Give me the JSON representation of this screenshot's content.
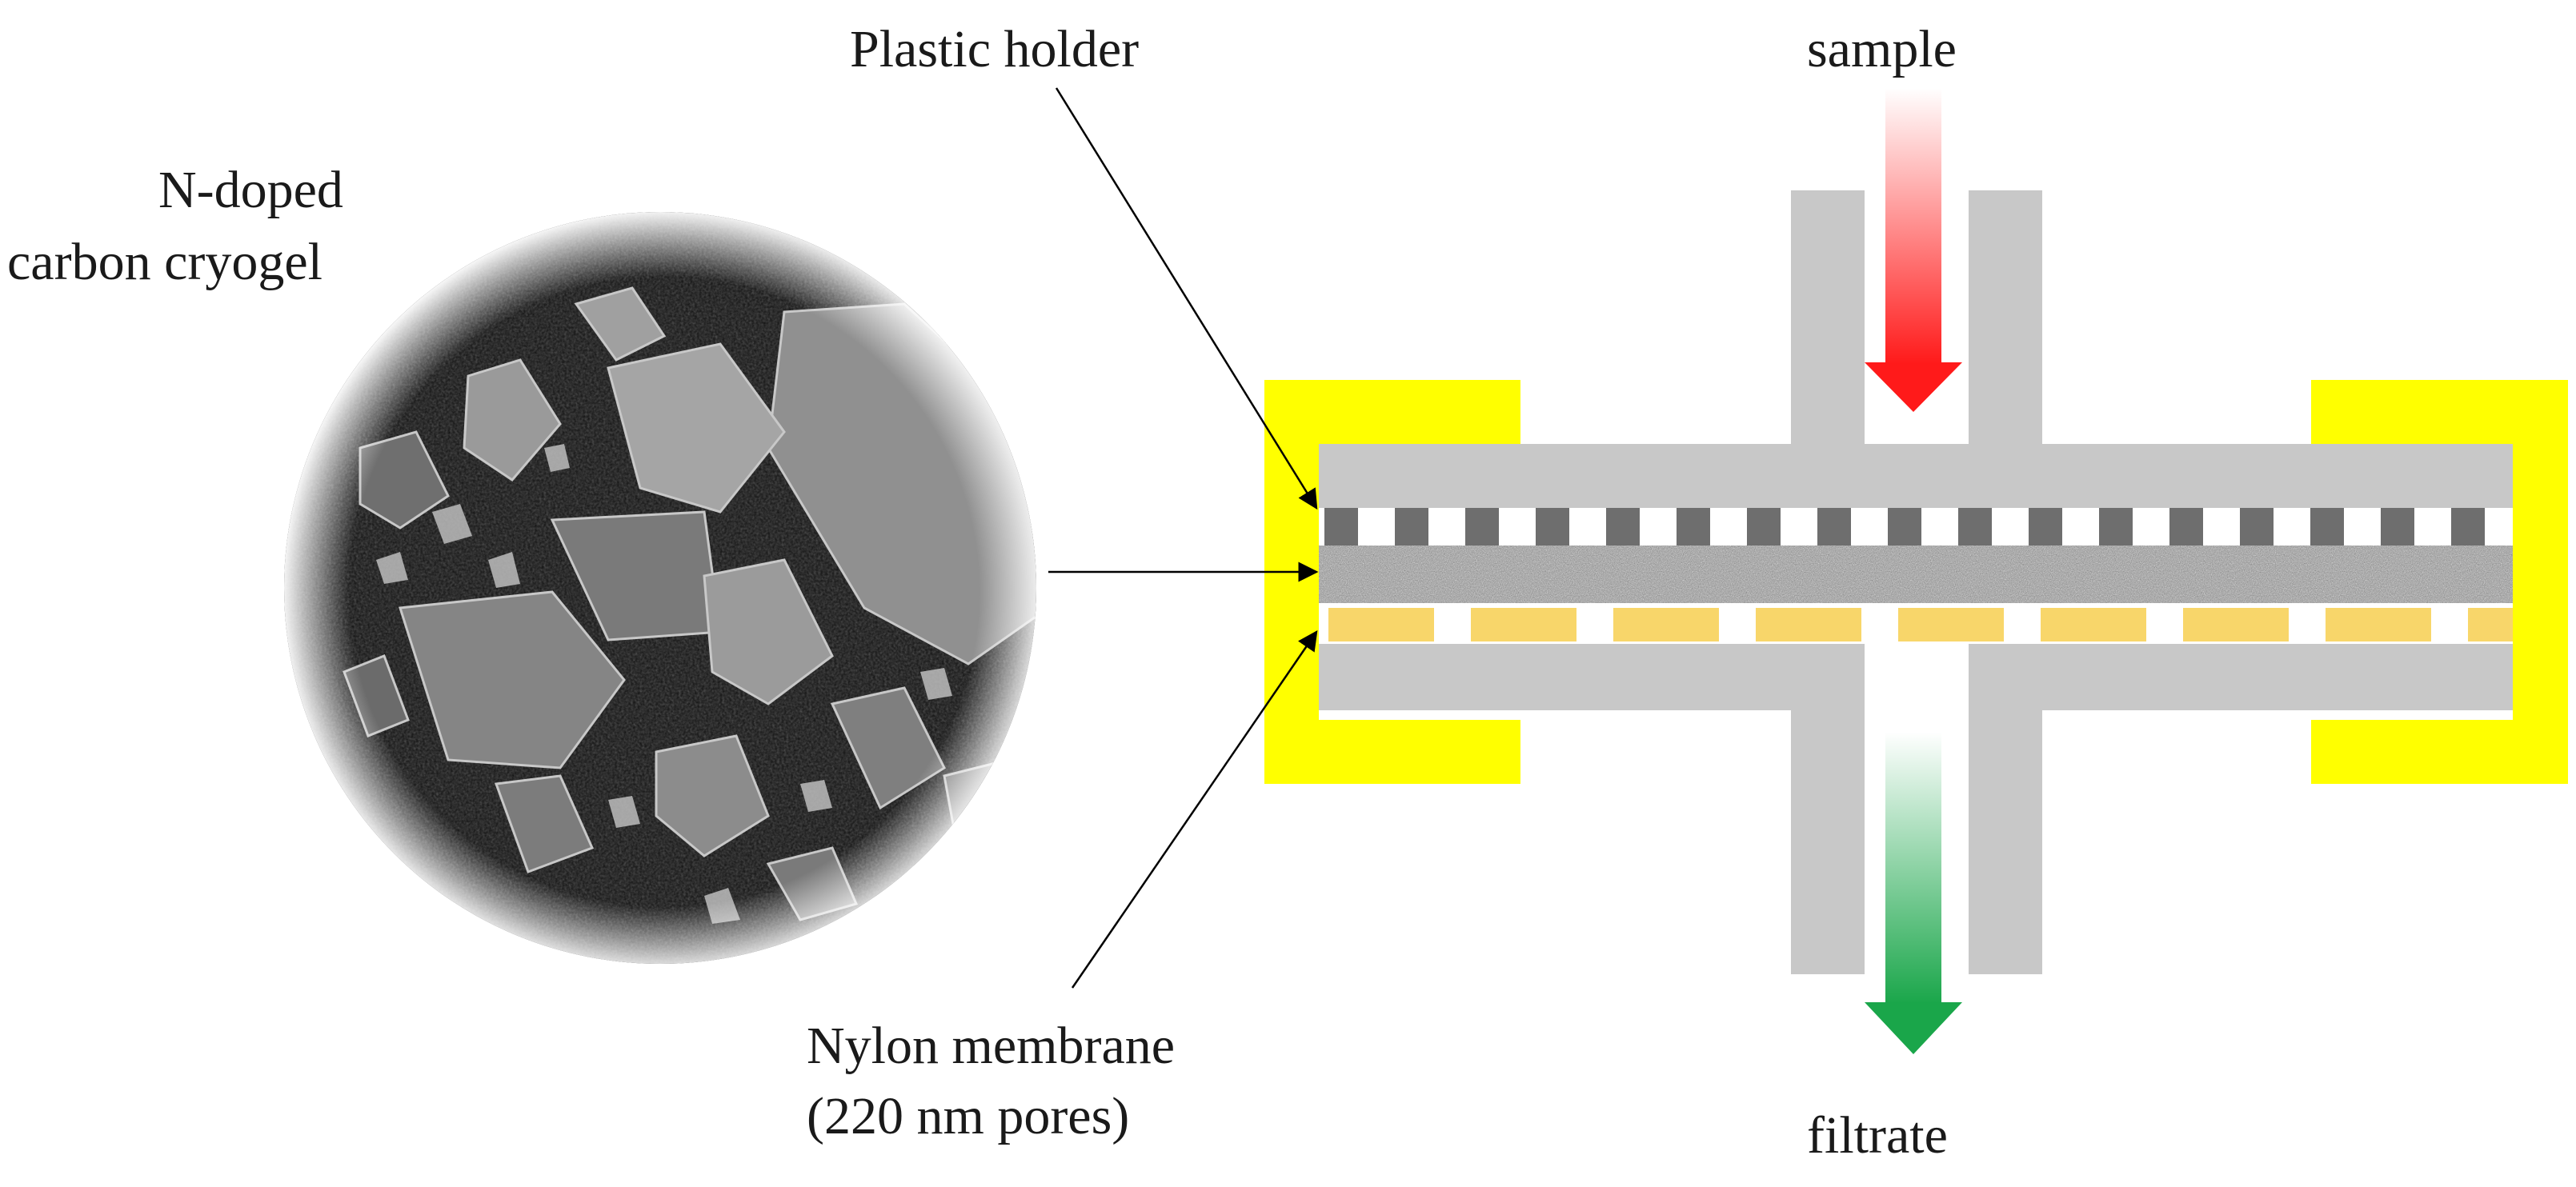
{
  "labels": {
    "plastic_holder": "Plastic holder",
    "sample": "sample",
    "cryogel_line1": "N-doped",
    "cryogel_line2": "carbon cryogel",
    "membrane_line1": "Nylon membrane",
    "membrane_line2": "(220 nm pores)",
    "filtrate": "filtrate"
  },
  "colors": {
    "holder_gray": "#c8c8c8",
    "clamp_yellow": "#ffff00",
    "membrane_pads": "#f8d66a",
    "support_teeth": "#6e6e6e",
    "sample_arrow": "#ff1a1a",
    "filtrate_arrow": "#1aa64a",
    "pointer_lines": "#000000"
  }
}
